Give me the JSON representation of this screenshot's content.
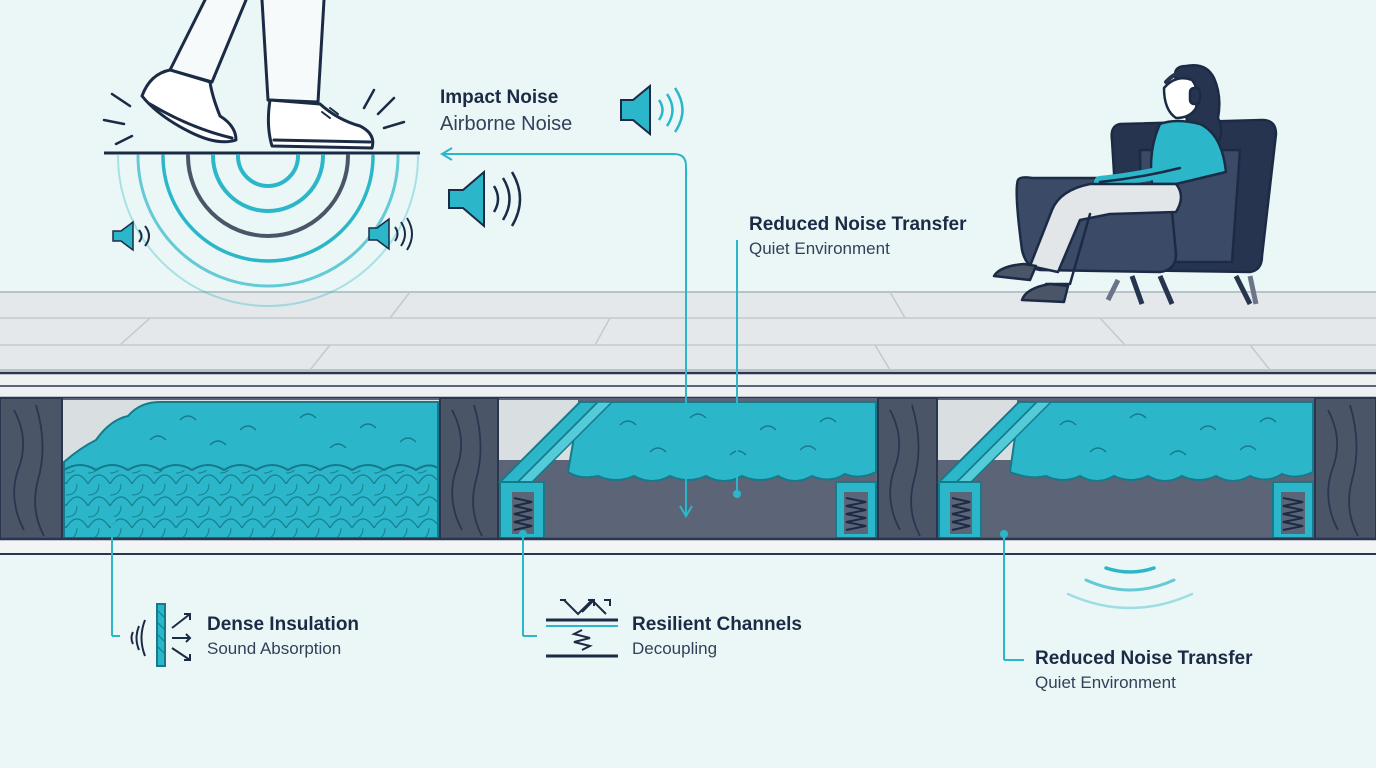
{
  "labels": {
    "impact": {
      "title": "Impact Noise",
      "subtitle": "Airborne Noise"
    },
    "reduced_top": {
      "title": "Reduced Noise Transfer",
      "subtitle": "Quiet Environment"
    },
    "insulation": {
      "title": "Dense Insulation",
      "subtitle": "Sound Absorption"
    },
    "channels": {
      "title": "Resilient Channels",
      "subtitle": "Decoupling"
    },
    "reduced_bottom": {
      "title": "Reduced Noise Transfer",
      "subtitle": "Quiet Environment"
    }
  },
  "icons": [
    "shoe-icon",
    "speaker-icon",
    "person-with-headphones-icon",
    "armchair-icon",
    "absorption-icon",
    "decoupling-icon"
  ],
  "colors": {
    "background": "#eaf7f6",
    "accent": "#2bb7c9",
    "ink": "#1c2b45",
    "joist": "#4a5568",
    "cavity": "#5b6577",
    "floor": "#dfe4e6"
  }
}
